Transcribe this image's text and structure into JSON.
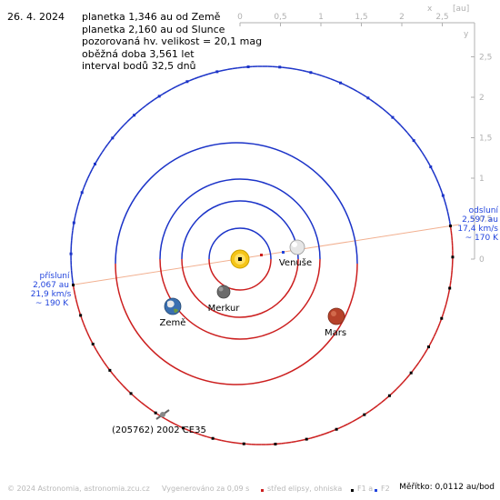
{
  "date": "26. 4. 2024",
  "info_lines": [
    "planetka 1,346 au od Země",
    "planetka 2,160 au od Slunce",
    "pozorovaná hv. velikost = 20,1 mag",
    "oběžná doba 3,561 let",
    "interval bodů 32,5 dnů"
  ],
  "axes": {
    "unit": "[au]",
    "x_label": "x",
    "y_label": "y",
    "x_ticks": [
      "0",
      "0,5",
      "1",
      "1,5",
      "2",
      "2,5"
    ],
    "y_ticks": [
      "0",
      "0,5",
      "1",
      "1,5",
      "2",
      "2,5"
    ]
  },
  "labels": {
    "sun": "",
    "venus": "Venuše",
    "mercury": "Merkur",
    "earth": "Země",
    "mars": "Mars",
    "asteroid": "(205762) 2002 CE35"
  },
  "perihelion": {
    "title": "přísluní",
    "dist": "2,067 au",
    "speed": "21,9 km/s",
    "temp": "~ 190 K"
  },
  "aphelion": {
    "title": "odsluní",
    "dist": "2,597 au",
    "speed": "17,4 km/s",
    "temp": "~ 170 K"
  },
  "footer": {
    "copyright": "© 2024 Astronomia, astronomia.zcu.cz",
    "generated": "Vygenerováno za 0,09 s",
    "center_legend": "střed elipsy, ohniska",
    "f1": "F1 a",
    "f2": "F2",
    "scale": "Měřítko: 0,0112 au/bod"
  },
  "colors": {
    "orbit_above": "#1b33c8",
    "orbit_below": "#cc1f1f",
    "axis": "#b0b0b0",
    "apsis_line": "#f2b090",
    "blue_text": "#2244dd",
    "sun": "#f5c518",
    "mars": "#b6422a",
    "venus": "#e6e6e6",
    "mercury": "#6b6b6b",
    "earth": "#3a6fb0"
  }
}
